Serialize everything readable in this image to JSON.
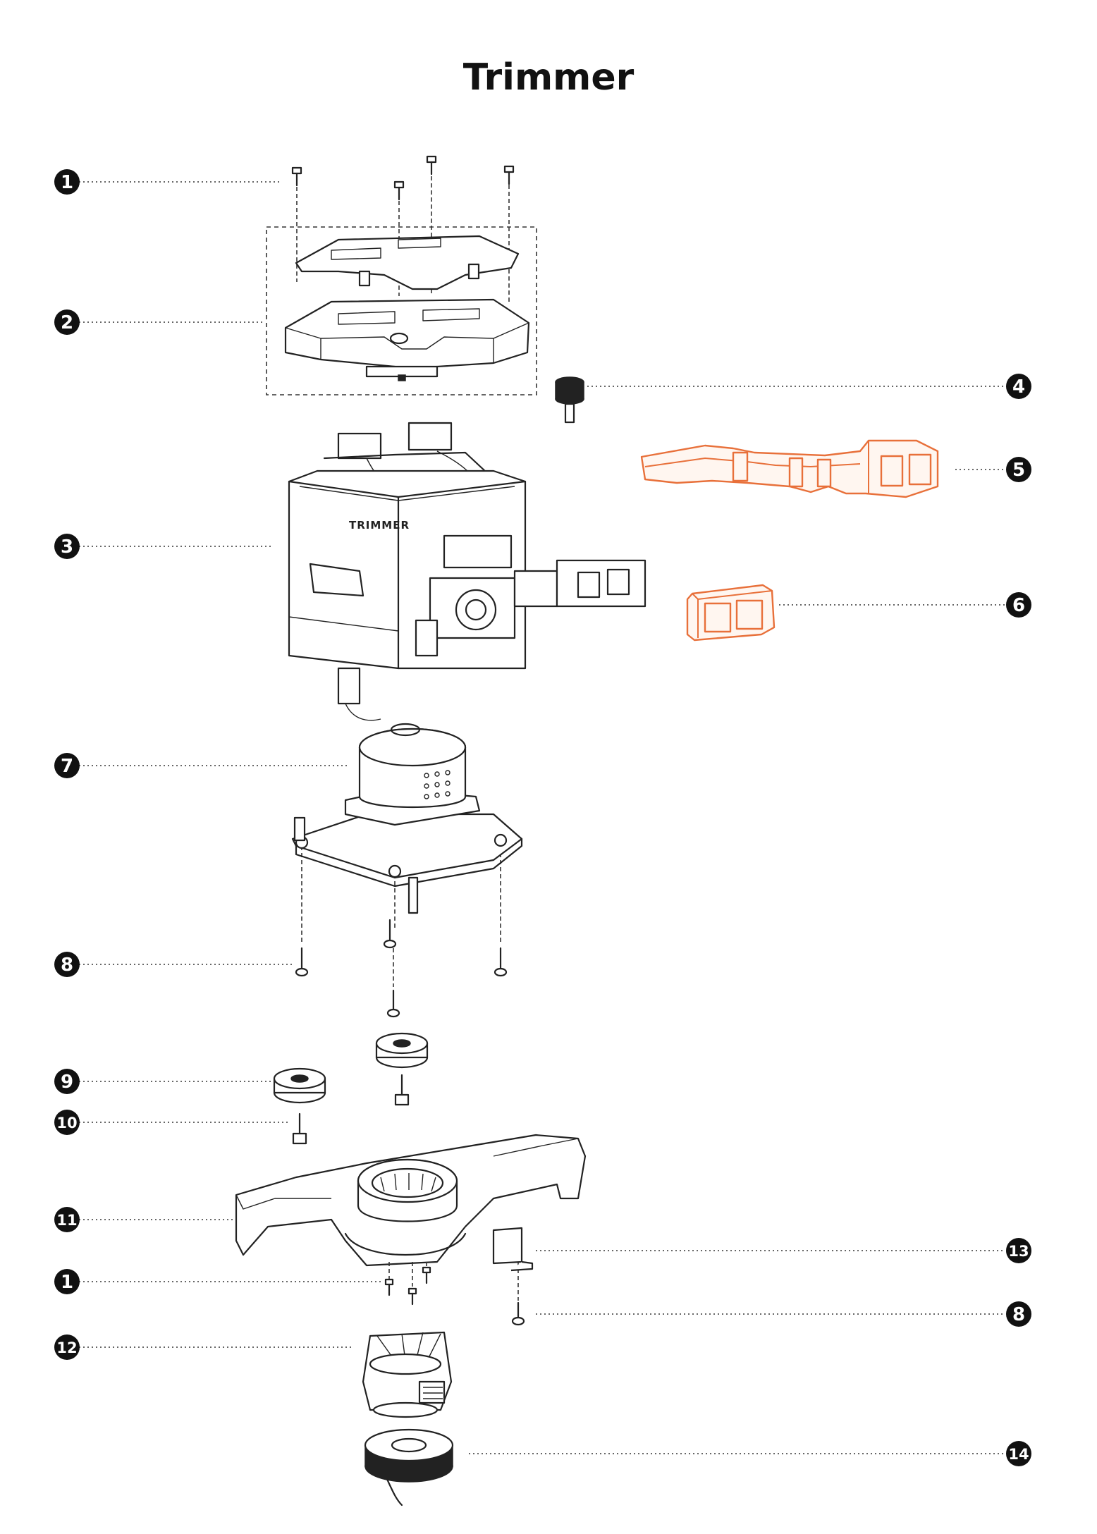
{
  "title": "Trimmer",
  "housing_label": "TRIMMER",
  "colors": {
    "highlight": "#e8703a",
    "line": "#222222",
    "callout": "#111111"
  },
  "callouts": [
    {
      "number": "1",
      "text": "1"
    },
    {
      "number": "2",
      "text": "2"
    },
    {
      "number": "3",
      "text": "3"
    },
    {
      "number": "4",
      "text": "4"
    },
    {
      "number": "5",
      "text": "5"
    },
    {
      "number": "6",
      "text": "6"
    },
    {
      "number": "7",
      "text": "7"
    },
    {
      "number": "8",
      "text": "8"
    },
    {
      "number": "9",
      "text": "9"
    },
    {
      "number": "10",
      "text": "10"
    },
    {
      "number": "11",
      "text": "11"
    },
    {
      "number": "1",
      "text": "1"
    },
    {
      "number": "13",
      "text": "13"
    },
    {
      "number": "8",
      "text": "8"
    },
    {
      "number": "12",
      "text": "12"
    },
    {
      "number": "14",
      "text": "14"
    }
  ]
}
